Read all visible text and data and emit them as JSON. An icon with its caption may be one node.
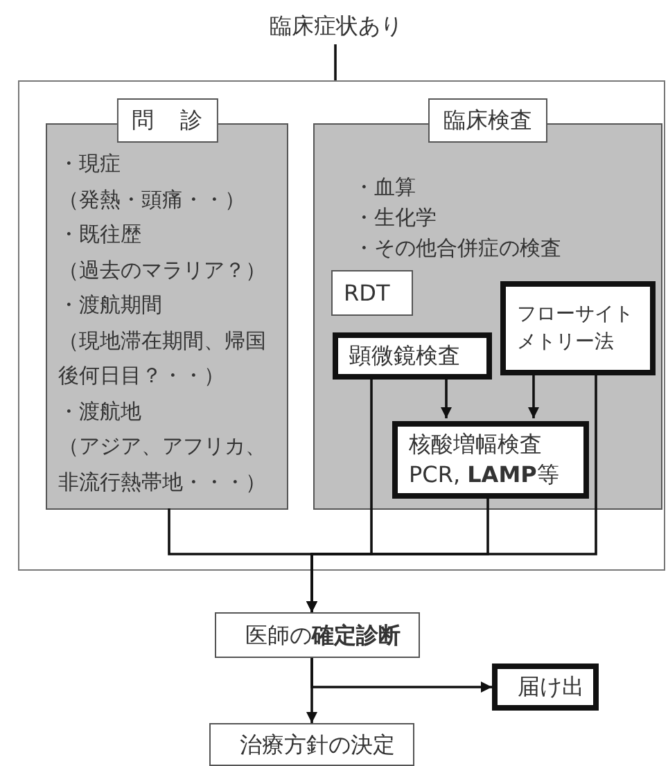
{
  "diagram": {
    "nodes": [
      {
        "text": [
          "臨床症状あり"
        ]
      },
      {
        "text": [],
        "shape": "box"
      },
      {
        "text": [
          "問 診",
          "・現症",
          "（発熱・頭痛・・）",
          "・既往歴",
          "（過去のマラリア？）",
          "・渡航期間",
          "（現地滞在期間、帰国後何日目？・・）",
          "・渡航地",
          "（アジア、アフリカ、非流行熱帯地・・・）"
        ],
        "in": 1
      },
      {
        "text": [
          "臨床検査",
          "・血算",
          "・生化学",
          "・その他合併症の検査"
        ],
        "in": 1
      },
      {
        "text": [
          "RDT"
        ],
        "in": 3
      },
      {
        "text": [
          "顕微鏡検査"
        ],
        "in": 3
      },
      {
        "text": [
          "フローサイトメトリー法"
        ],
        "in": 3
      },
      {
        "text": [
          "核酸増幅検査",
          "PCR, **LAMP**等"
        ],
        "in": 3
      },
      {
        "text": [
          "医師の**確定診断**"
        ]
      },
      {
        "text": [
          "届け出"
        ]
      },
      {
        "text": [
          "治療方針の決定"
        ]
      }
    ],
    "edges": [
      {
        "from": 0,
        "to": 1,
        "arrow": "none"
      },
      {
        "from": 5,
        "to": 7,
        "arrow": "to"
      },
      {
        "from": 6,
        "to": 7,
        "arrow": "to"
      },
      {
        "from": 2,
        "to": 8,
        "arrow": "to"
      },
      {
        "from": 5,
        "to": 8,
        "arrow": "to"
      },
      {
        "from": 7,
        "to": 8,
        "arrow": "to"
      },
      {
        "from": 6,
        "to": 8,
        "arrow": "to"
      },
      {
        "from": 8,
        "to": 10,
        "arrow": "to"
      },
      {
        "from": 8,
        "to": 9,
        "arrow": "to"
      }
    ]
  }
}
